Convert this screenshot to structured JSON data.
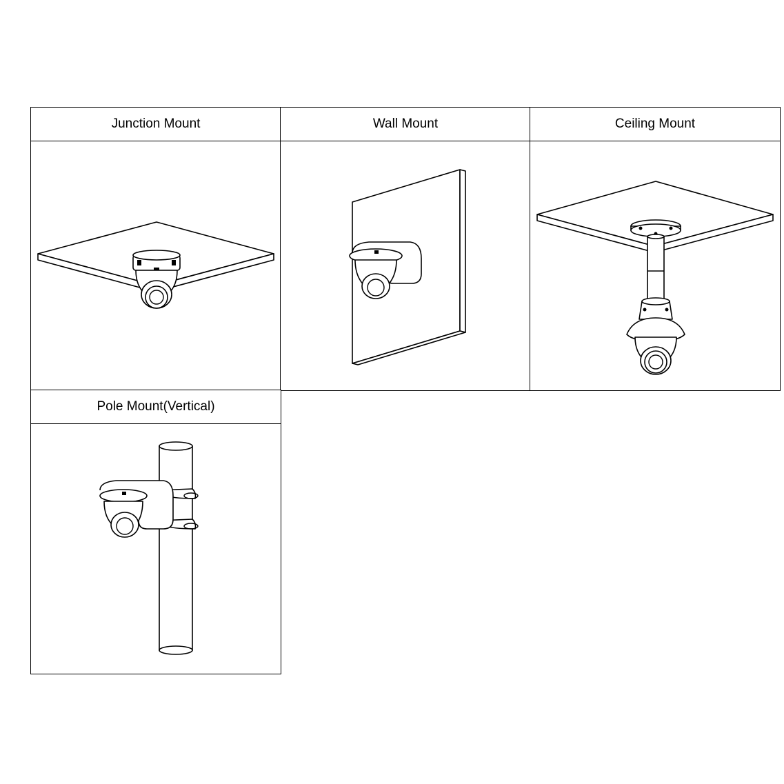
{
  "mounts": [
    {
      "label": "Junction Mount"
    },
    {
      "label": "Wall Mount"
    },
    {
      "label": "Ceiling Mount"
    },
    {
      "label": "Pole Mount(Vertical)"
    }
  ]
}
